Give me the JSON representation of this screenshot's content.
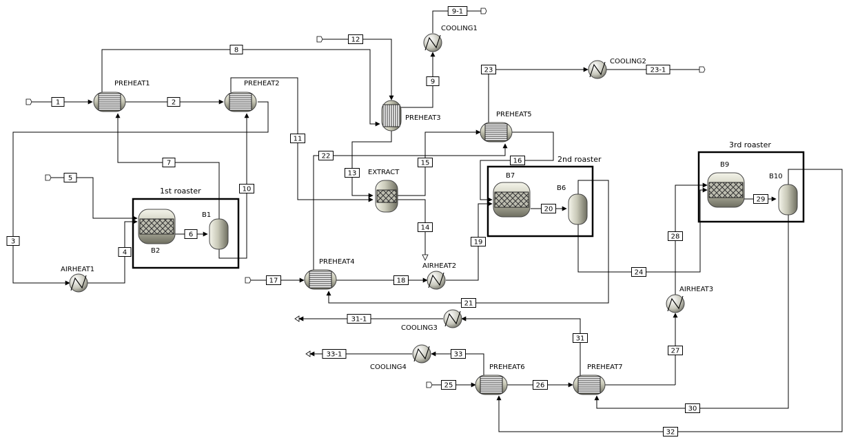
{
  "groups": [
    {
      "id": "g1",
      "title": "1st roaster"
    },
    {
      "id": "g2",
      "title": "2nd roaster"
    },
    {
      "id": "g3",
      "title": "3rd roaster"
    }
  ],
  "equipment": [
    {
      "id": "PREHEAT1",
      "label": "PREHEAT1",
      "kind": "heatx"
    },
    {
      "id": "PREHEAT2",
      "label": "PREHEAT2",
      "kind": "heatx"
    },
    {
      "id": "PREHEAT3",
      "label": "PREHEAT3",
      "kind": "heatx-vertical"
    },
    {
      "id": "PREHEAT4",
      "label": "PREHEAT4",
      "kind": "heatx"
    },
    {
      "id": "PREHEAT5",
      "label": "PREHEAT5",
      "kind": "heatx"
    },
    {
      "id": "PREHEAT6",
      "label": "PREHEAT6",
      "kind": "heatx"
    },
    {
      "id": "PREHEAT7",
      "label": "PREHEAT7",
      "kind": "heatx"
    },
    {
      "id": "COOLING1",
      "label": "COOLING1",
      "kind": "heater"
    },
    {
      "id": "COOLING2",
      "label": "COOLING2",
      "kind": "heater"
    },
    {
      "id": "COOLING3",
      "label": "COOLING3",
      "kind": "heater"
    },
    {
      "id": "COOLING4",
      "label": "COOLING4",
      "kind": "heater"
    },
    {
      "id": "AIRHEAT1",
      "label": "AIRHEAT1",
      "kind": "heater"
    },
    {
      "id": "AIRHEAT2",
      "label": "AIRHEAT2",
      "kind": "heater"
    },
    {
      "id": "AIRHEAT3",
      "label": "AIRHEAT3",
      "kind": "heater"
    },
    {
      "id": "EXTRACT",
      "label": "EXTRACT",
      "kind": "extractor"
    },
    {
      "id": "B1",
      "label": "B1",
      "kind": "flash"
    },
    {
      "id": "B2",
      "label": "B2",
      "kind": "reactor"
    },
    {
      "id": "B6",
      "label": "B6",
      "kind": "reactor"
    },
    {
      "id": "B7",
      "label": "B7",
      "kind": "flash"
    },
    {
      "id": "B9",
      "label": "B9",
      "kind": "reactor"
    },
    {
      "id": "B10",
      "label": "B10",
      "kind": "flash"
    }
  ],
  "streams": [
    "1",
    "2",
    "3",
    "4",
    "5",
    "6",
    "7",
    "8",
    "9",
    "9-1",
    "10",
    "11",
    "12",
    "13",
    "14",
    "15",
    "16",
    "17",
    "18",
    "19",
    "20",
    "21",
    "22",
    "23",
    "23-1",
    "24",
    "25",
    "26",
    "27",
    "28",
    "29",
    "30",
    "31",
    "31-1",
    "32",
    "33",
    "33-1"
  ]
}
